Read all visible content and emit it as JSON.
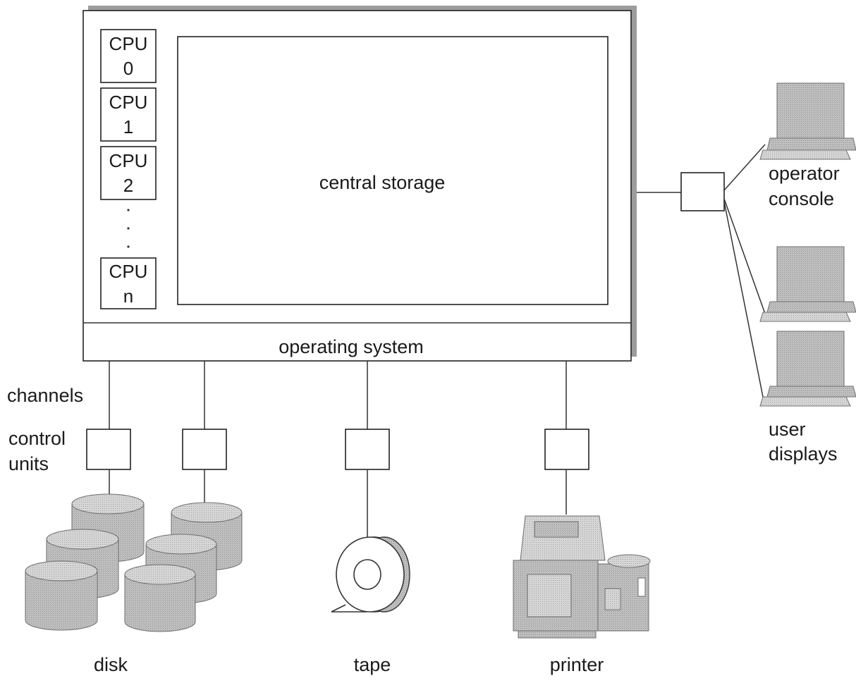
{
  "cpus": [
    {
      "name": "CPU",
      "id": "0"
    },
    {
      "name": "CPU",
      "id": "1"
    },
    {
      "name": "CPU",
      "id": "2"
    },
    {
      "name": "CPU",
      "id": "n"
    }
  ],
  "labels": {
    "central_storage": "central storage",
    "operating_system": "operating system",
    "channels": "channels",
    "control_units_line1": "control",
    "control_units_line2": "units",
    "disk": "disk",
    "tape": "tape",
    "printer": "printer",
    "operator_console_line1": "operator",
    "operator_console_line2": "console",
    "user_displays_line1": "user",
    "user_displays_line2": "displays"
  },
  "colors": {
    "device_fill": "#b9b9b9",
    "device_light": "#d0d0d0",
    "device_dark": "#9a9a9a",
    "stroke": "#222222",
    "shadow": "#9c9c9c"
  },
  "icons": {
    "disk": "disk-stack-icon",
    "tape": "tape-reel-icon",
    "printer": "printer-icon",
    "terminal": "terminal-icon"
  }
}
